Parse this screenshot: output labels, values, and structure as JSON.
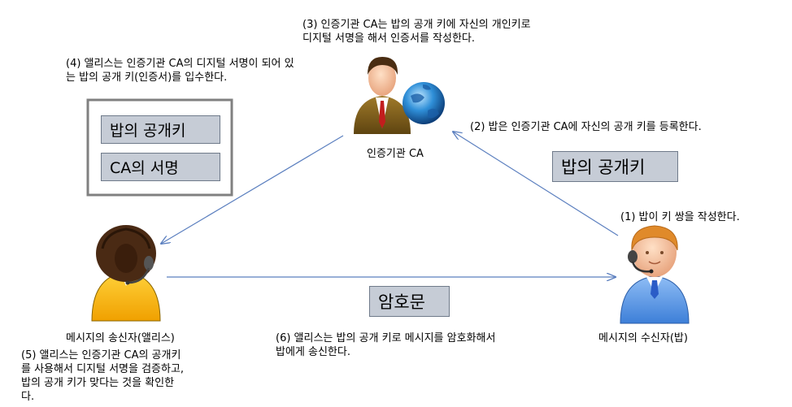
{
  "step1": "(1) 밥이 키 쌍을 작성한다.",
  "step2": "(2) 밥은 인증기관 CA에 자신의 공개 키를 등록한다.",
  "step3": "(3) 인증기관 CA는 밥의 공개 키에 자신의 개인키로\n디지털 서명을 해서 인증서를 작성한다.",
  "step4": "(4) 앨리스는 인증기관 CA의 디지털 서명이 되어 있\n는 밥의 공개 키(인증서)를 입수한다.",
  "step5": "(5) 앨리스는 인증기관 CA의 공개키\n를 사용해서 디지털 서명을 검증하고,\n밥의 공개 키가 맞다는 것을 확인한\n다.",
  "step6": "(6) 앨리스는 밥의 공개 키로 메시지를 암호화해서\n밥에게 송신한다.",
  "ca_label": "인증기관 CA",
  "sender_label": "메시지의 송신자(앨리스)",
  "receiver_label": "메시지의 수신자(밥)",
  "cert_public_key": "밥의 공개키",
  "cert_signature": "CA의 서명",
  "registered_key": "밥의 공개키",
  "ciphertext": "암호문",
  "colors": {
    "arrow": "#5b7fbf",
    "box_fill": "#c6ccd6",
    "box_border": "#6f7a8a",
    "cert_frame": "#808080"
  }
}
